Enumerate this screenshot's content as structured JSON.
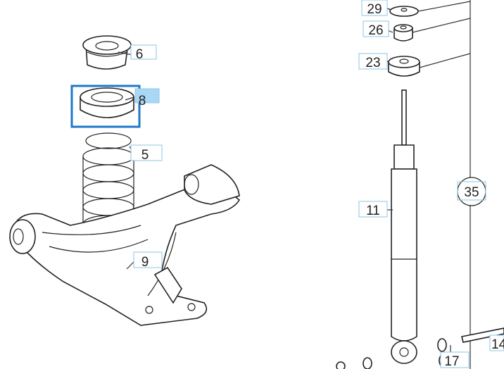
{
  "callouts": {
    "p29": "29",
    "p26": "26",
    "p23": "23",
    "p6": "6",
    "p8": "8",
    "p5": "5",
    "p35": "35",
    "p11": "11",
    "p9": "9",
    "p17": "17",
    "p14": "14"
  },
  "colors": {
    "selection": "#1e78c8",
    "label_highlight": "#a9d8f5",
    "callout_border": "#8ec5e6",
    "line": "#222222"
  },
  "selected_part": "8"
}
